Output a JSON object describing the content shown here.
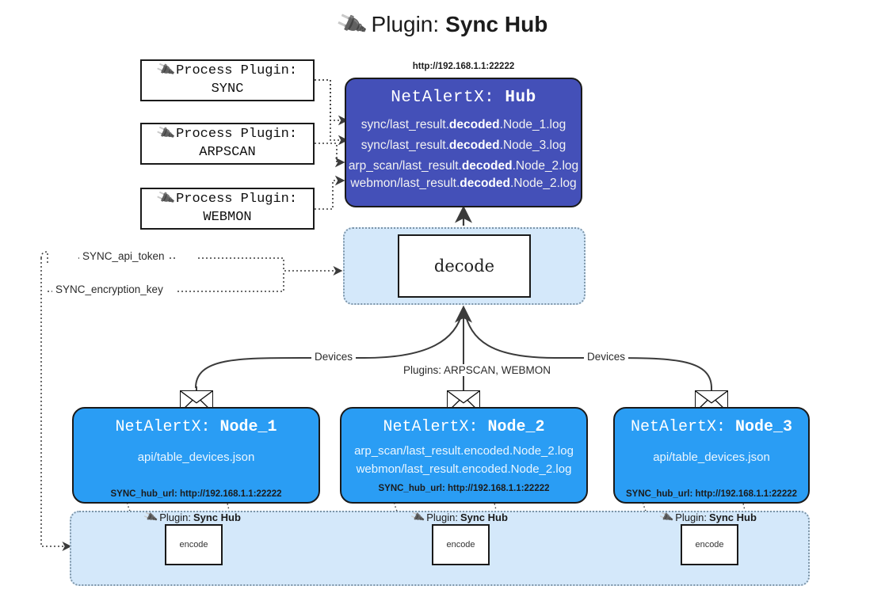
{
  "title": {
    "icon": "plug-icon",
    "prefix": "Plugin:",
    "name": "Sync Hub"
  },
  "process_plugins": [
    {
      "icon": "plug-icon",
      "label": "Process Plugin:",
      "value": "SYNC"
    },
    {
      "icon": "plug-icon",
      "label": "Process Plugin:",
      "value": "ARPSCAN"
    },
    {
      "icon": "plug-icon",
      "label": "Process Plugin:",
      "value": "WEBMON"
    }
  ],
  "hub": {
    "url": "http://192.168.1.1:22222",
    "title_prefix": "NetAlertX:",
    "title_name": "Hub",
    "logs": [
      {
        "pre": "sync/last_result.",
        "em": "decoded",
        "post": ".Node_1.log"
      },
      {
        "pre": "sync/last_result.",
        "em": "decoded",
        "post": ".Node_3.log"
      },
      {
        "pre": "arp_scan/last_result.",
        "em": "decoded",
        "post": ".Node_2.log"
      },
      {
        "pre": "webmon/last_result.",
        "em": "decoded",
        "post": ".Node_2.log"
      }
    ]
  },
  "decode": {
    "label": "decode"
  },
  "secrets": [
    {
      "label": "SYNC_api_token"
    },
    {
      "label": "SYNC_encryption_key"
    }
  ],
  "edge_labels": {
    "devices_left": "Devices",
    "devices_right": "Devices",
    "plugins_center": "Plugins: ARPSCAN, WEBMON"
  },
  "nodes": [
    {
      "icon": "envelope-icon",
      "title_prefix": "NetAlertX:",
      "title_name": "Node_1",
      "lines": [
        "api/table_devices.json"
      ],
      "footer": "SYNC_hub_url: http://192.168.1.1:22222"
    },
    {
      "icon": "envelope-icon",
      "title_prefix": "NetAlertX:",
      "title_name": "Node_2",
      "lines": [
        "arp_scan/last_result.encoded.Node_2.log",
        "webmon/last_result.encoded.Node_2.log"
      ],
      "footer": "SYNC_hub_url: http://192.168.1.1:22222"
    },
    {
      "icon": "envelope-icon",
      "title_prefix": "NetAlertX:",
      "title_name": "Node_3",
      "lines": [
        "api/table_devices.json"
      ],
      "footer": "SYNC_hub_url: http://192.168.1.1:22222"
    }
  ],
  "encoders": [
    {
      "icon": "plug-icon",
      "cap_prefix": "Plugin:",
      "cap_name": "Sync Hub",
      "label": "encode"
    },
    {
      "icon": "plug-icon",
      "cap_prefix": "Plugin:",
      "cap_name": "Sync Hub",
      "label": "encode"
    },
    {
      "icon": "plug-icon",
      "cap_prefix": "Plugin:",
      "cap_name": "Sync Hub",
      "label": "encode"
    }
  ],
  "colors": {
    "hub": "#4450b8",
    "node": "#2a9df4",
    "band": "#d4e8fa",
    "band_border": "#7d95a8",
    "stroke": "#3b3b3b",
    "page_bg": "#ffffff"
  }
}
